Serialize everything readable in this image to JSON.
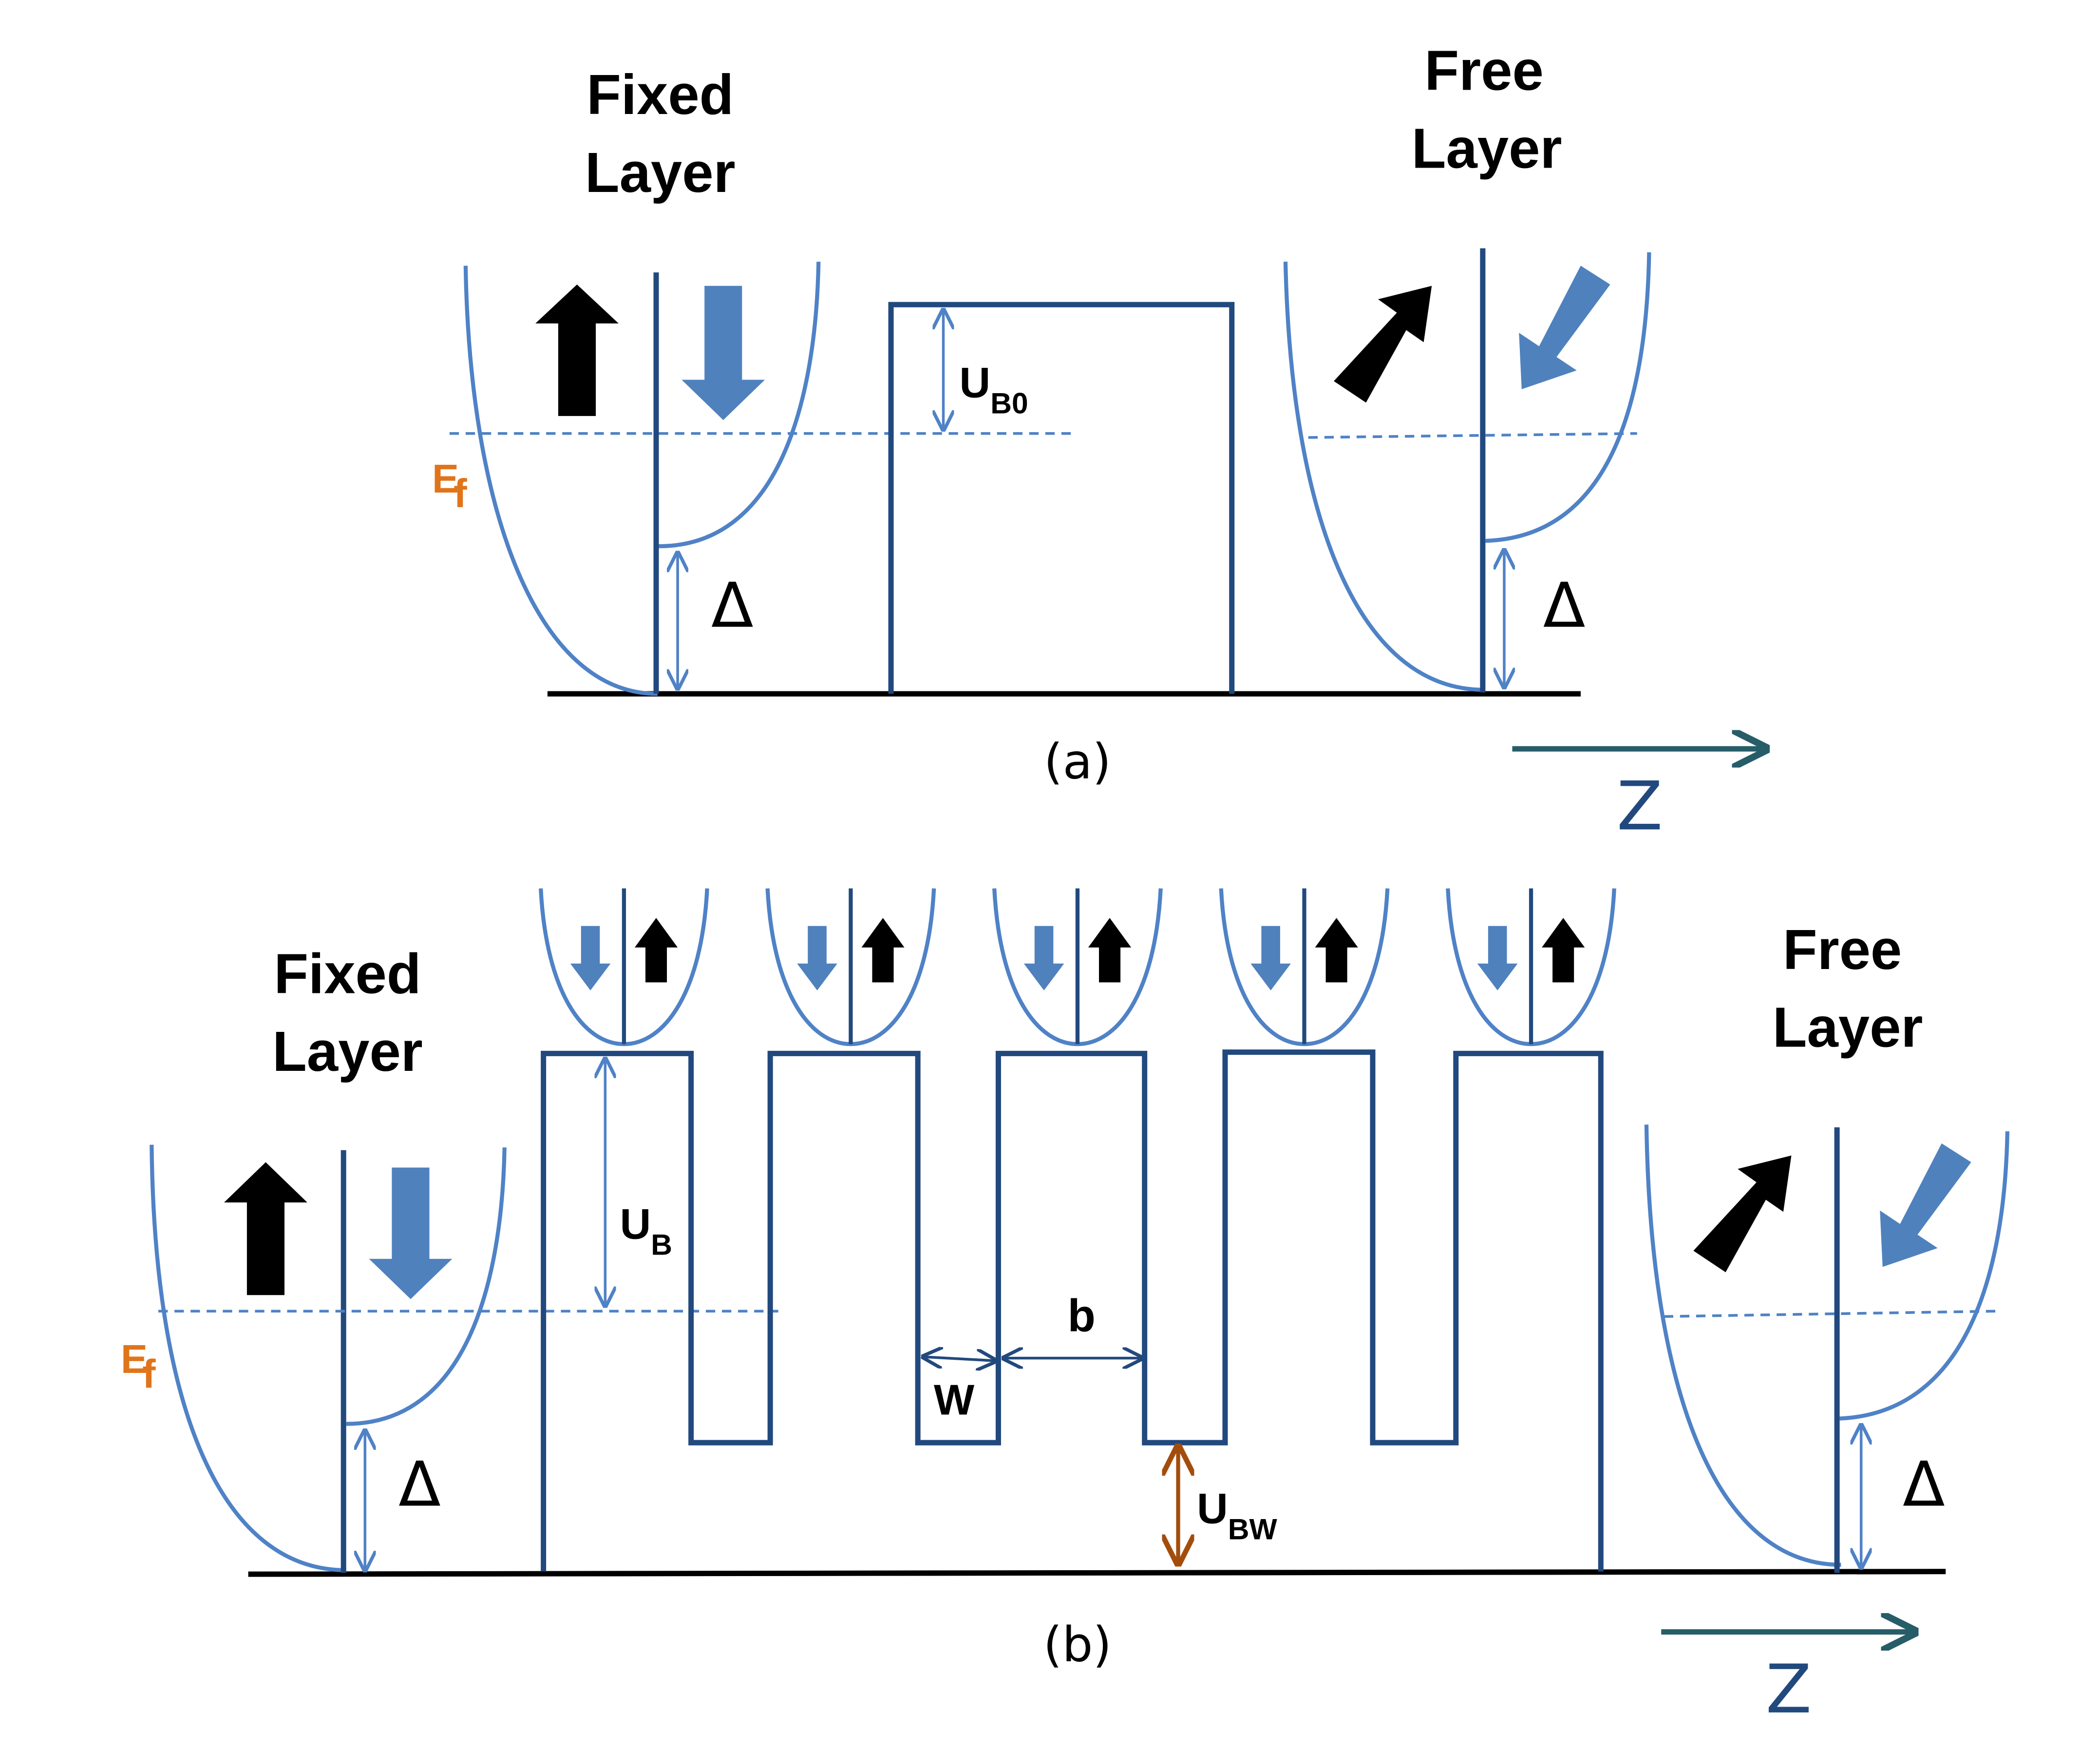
{
  "colors": {
    "dark_blue": "#22497e",
    "light_blue": "#4f82c6",
    "arrow_blue": "#4f81bd",
    "black": "#000000",
    "orange": "#e0741b",
    "brown": "#a34d0c",
    "teal": "#265d68"
  },
  "panel_a": {
    "caption": "(a)",
    "fixed_label": [
      "Fixed",
      "Layer"
    ],
    "free_label": [
      "Free",
      "Layer"
    ],
    "fermi_label": {
      "main": "E",
      "sub": "f"
    },
    "delta_left": "Δ",
    "delta_right": "Δ",
    "barrier_label": {
      "main": "U",
      "sub": "B0"
    },
    "axis_label": "Z"
  },
  "panel_b": {
    "caption": "(b)",
    "fixed_label": [
      "Fixed",
      "Layer"
    ],
    "free_label": [
      "Free",
      "Layer"
    ],
    "fermi_label": {
      "main": "E",
      "sub": "f"
    },
    "delta_left": "Δ",
    "delta_right": "Δ",
    "barrier_label": {
      "main": "U",
      "sub": "B"
    },
    "well_label": {
      "main": "U",
      "sub": "BW"
    },
    "w_label": "W",
    "b_label": "b",
    "axis_label": "Z",
    "quantum_well_count": 5
  }
}
